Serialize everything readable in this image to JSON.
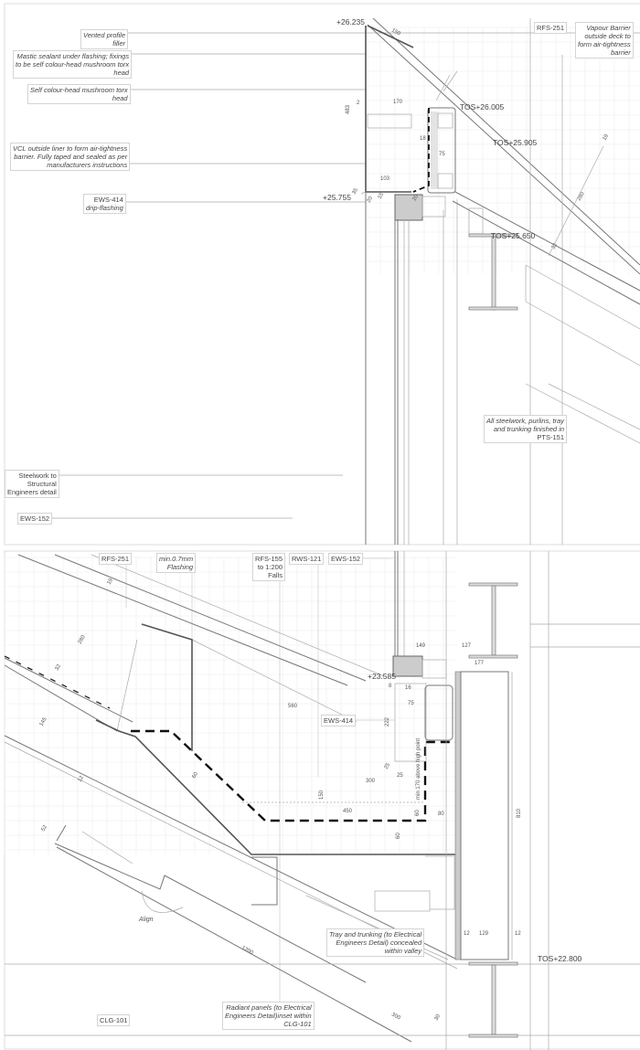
{
  "top_panel": {
    "callouts": [
      {
        "lines": [
          "Vented profile",
          "filler"
        ]
      },
      {
        "lines": [
          "Mastic sealant under flashing; fixings",
          "to be self colour-head mushroom torx",
          "head"
        ]
      },
      {
        "lines": [
          "Self colour-head mushroom torx",
          "head"
        ]
      },
      {
        "lines": [
          "VCL outside liner to form air-tightness",
          "barrier.  Fully taped and sealed as per",
          "manufacturers instructions"
        ]
      },
      {
        "lines": [
          "EWS-414",
          "drip-flashing"
        ]
      },
      {
        "lines": [
          "RFS-251"
        ]
      },
      {
        "lines": [
          "Vapour Barrier",
          "outside deck to",
          "form air-tightness",
          "barrier"
        ]
      },
      {
        "lines": [
          "All steelwork, purlins, tray",
          "and trunking finished in",
          "PTS-151"
        ]
      },
      {
        "lines": [
          "Steelwork to",
          "Structural",
          "Engineers detail"
        ]
      },
      {
        "lines": [
          "EWS-152"
        ]
      }
    ],
    "levels": [
      "+26.235",
      "TOS+26.005",
      "TOS+25.905",
      "+25.755",
      "TOS+25.650"
    ],
    "dims": [
      "150",
      "483",
      "2",
      "170",
      "18",
      "75",
      "103",
      "35",
      "20",
      "15",
      "20",
      "19",
      "280",
      "32"
    ]
  },
  "bottom_panel": {
    "callouts": [
      {
        "lines": [
          "RFS-251"
        ]
      },
      {
        "lines": [
          "min.0.7mm",
          "Flashing"
        ]
      },
      {
        "lines": [
          "RFS-155",
          "to 1:200",
          "Falls"
        ]
      },
      {
        "lines": [
          "RWS-121"
        ]
      },
      {
        "lines": [
          "EWS-152"
        ]
      },
      {
        "lines": [
          "EWS-414"
        ]
      },
      {
        "lines": [
          "Tray and trunking (to Electrical",
          "Engineers Detail) concealed",
          "within valley"
        ]
      },
      {
        "lines": [
          "Radiant panels (to Electrical",
          "Engineers Detail)inset within",
          "CLG-101"
        ]
      },
      {
        "lines": [
          "CLG-101"
        ]
      }
    ],
    "levels": [
      "+23.585",
      "TOS+22.800"
    ],
    "dims": [
      "19",
      "280",
      "32",
      "145",
      "12",
      "60",
      "560",
      "149",
      "127",
      "177",
      "8",
      "16",
      "75",
      "222",
      "25",
      "25",
      "300",
      "150",
      "min 170 above high point",
      "450",
      "60",
      "80",
      "60",
      "810",
      "52",
      "1200",
      "12",
      "129",
      "12",
      "300",
      "30"
    ],
    "align_note": "Align"
  }
}
